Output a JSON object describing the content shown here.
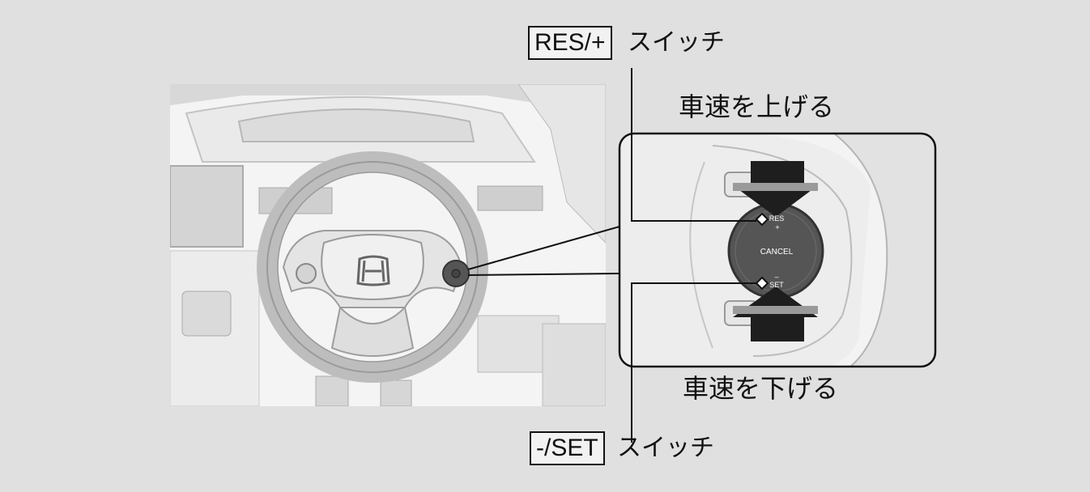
{
  "labels": {
    "res_key": "RES/+",
    "res_suffix": "スイッチ",
    "set_key": "-/SET",
    "set_suffix": "スイッチ"
  },
  "captions": {
    "speed_up": "車速を上げる",
    "speed_down": "車速を下げる"
  },
  "control": {
    "res": "RES",
    "plus": "+",
    "cancel": "CANCEL",
    "minus": "–",
    "set": "SET"
  },
  "colors": {
    "background": "#e0e0e0",
    "arrow": "#1e1e1e",
    "control_dial": "#555555",
    "outline": "#111111"
  }
}
